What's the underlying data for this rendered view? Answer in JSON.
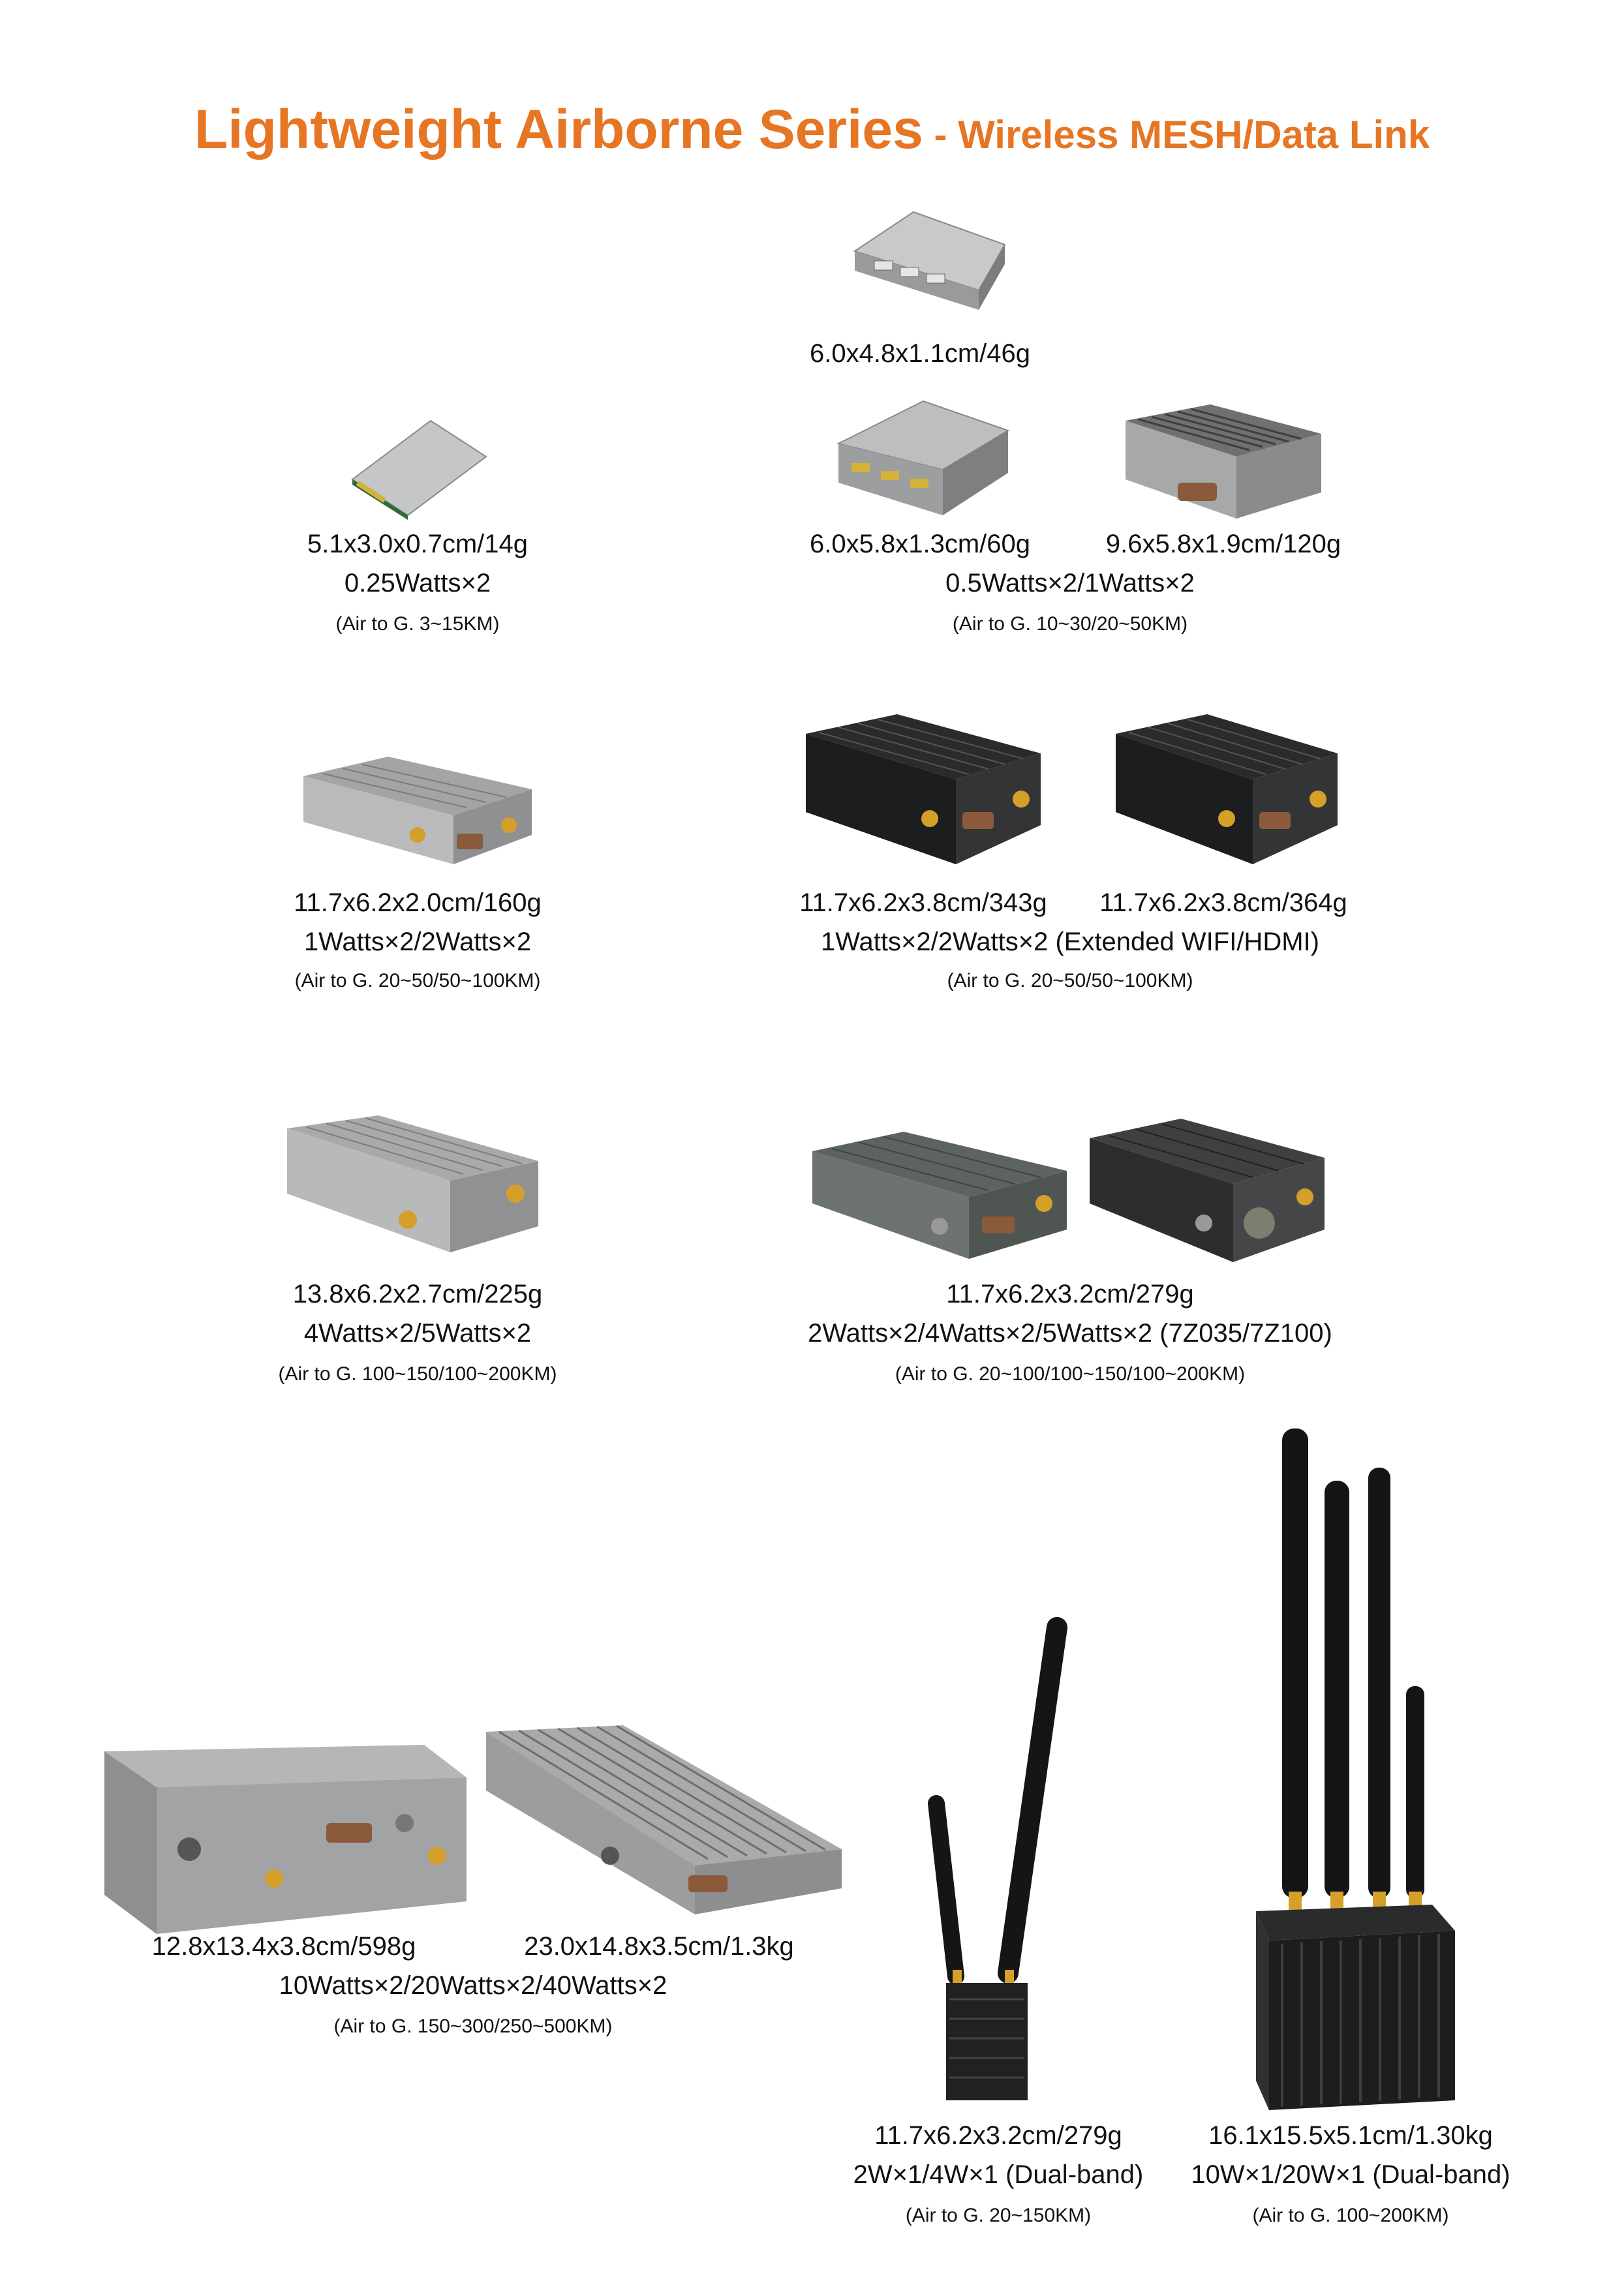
{
  "header": {
    "title_main": "Lightweight Airborne Series",
    "title_sub": " - Wireless MESH/Data Link"
  },
  "products": {
    "top_module": {
      "dim": "6.0x4.8x1.1cm/46g"
    },
    "mini_pcie": {
      "dim": "5.1x3.0x0.7cm/14g",
      "power": "0.25Watts×2",
      "range": "(Air to G. 3~15KM)"
    },
    "flat_module": {
      "dim": "6.0x5.8x1.3cm/60g"
    },
    "finned_small": {
      "dim": "9.6x5.8x1.9cm/120g"
    },
    "group_b": {
      "power": "0.5Watts×2/1Watts×2",
      "range": "(Air to G. 10~30/20~50KM)"
    },
    "silver_160": {
      "dim": "11.7x6.2x2.0cm/160g",
      "power": "1Watts×2/2Watts×2",
      "range": "(Air to G. 20~50/50~100KM)"
    },
    "black_343": {
      "dim": "11.7x6.2x3.8cm/343g"
    },
    "black_364": {
      "dim": "11.7x6.2x3.8cm/364g"
    },
    "group_c": {
      "power": "1Watts×2/2Watts×2 (Extended WIFI/HDMI)",
      "range": "(Air to G. 20~50/50~100KM)"
    },
    "silver_225": {
      "dim": "13.8x6.2x2.7cm/225g",
      "power": "4Watts×2/5Watts×2",
      "range": "(Air to G. 100~150/100~200KM)"
    },
    "group_d": {
      "dim": "11.7x6.2x3.2cm/279g",
      "power": "2Watts×2/4Watts×2/5Watts×2 (7Z035/7Z100)",
      "range": "(Air to G. 20~100/100~150/100~200KM)"
    },
    "large_598": {
      "dim": "12.8x13.4x3.8cm/598g"
    },
    "large_13kg": {
      "dim": "23.0x14.8x3.5cm/1.3kg"
    },
    "group_e": {
      "power": "10Watts×2/20Watts×2/40Watts×2",
      "range": "(Air to G. 150~300/250~500KM)"
    },
    "dual_band_small": {
      "dim": "11.7x6.2x3.2cm/279g",
      "power": "2W×1/4W×1 (Dual-band)",
      "range": "(Air to G. 20~150KM)"
    },
    "dual_band_large": {
      "dim": "16.1x15.5x5.1cm/1.30kg",
      "power": "10W×1/20W×1 (Dual-band)",
      "range": "(Air to G. 100~200KM)"
    }
  },
  "colors": {
    "accent": "#e67524",
    "text": "#111111"
  }
}
